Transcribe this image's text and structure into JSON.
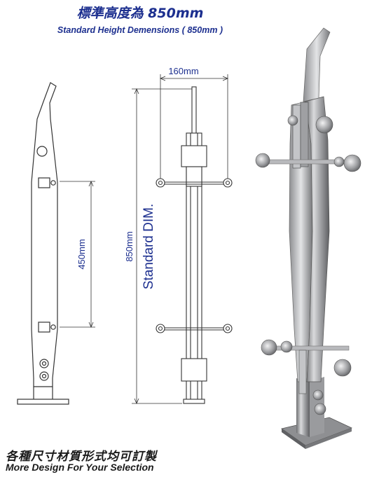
{
  "header": {
    "title_zh": "標準高度為 850mm",
    "title_en": "Standard Height Demensions ( 850mm )"
  },
  "dimensions": {
    "width_label": "160mm",
    "spacing_label": "450mm",
    "height_label": "850mm",
    "standard_label": "Standard  DIM."
  },
  "footer": {
    "text_zh": "各種尺寸材質形式均可訂製",
    "text_en": "More Design For Your Selection"
  },
  "colors": {
    "text_blue": "#1c2f8f",
    "line": "#333333",
    "steel": "#a9aaad"
  }
}
